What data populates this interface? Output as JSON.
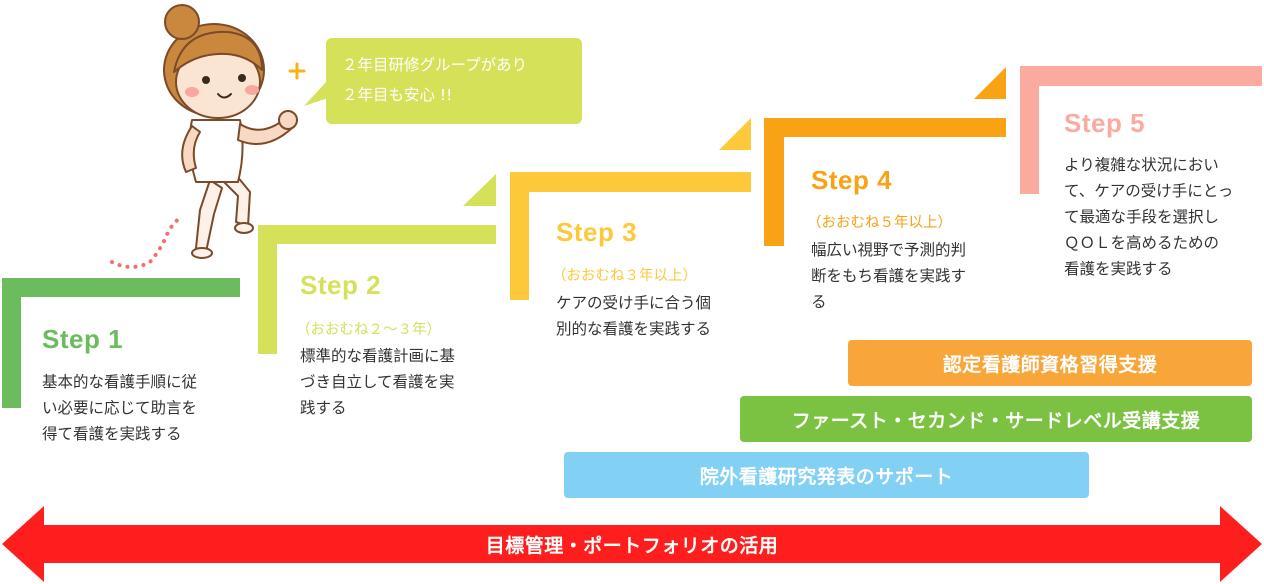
{
  "bubble": {
    "line1": "２年目研修グループがあり",
    "line2": "２年目も安心 !!"
  },
  "steps": [
    {
      "title": "Step 1",
      "sub": "",
      "lines": [
        "基本的な看護手順に従",
        "い必要に応じて助言を",
        "得て看護を実践する"
      ],
      "color": "#6cbb5e"
    },
    {
      "title": "Step 2",
      "sub": "（おおむね２〜３年）",
      "lines": [
        "標準的な看護計画に基",
        "づき自立して看護を実",
        "践する"
      ],
      "color": "#d6e15a"
    },
    {
      "title": "Step 3",
      "sub": "（おおむね３年以上）",
      "lines": [
        "ケアの受け手に合う個",
        "別的な看護を実践する"
      ],
      "color": "#fdc93b"
    },
    {
      "title": "Step 4",
      "sub": "（おおむね５年以上）",
      "lines": [
        "幅広い視野で予測的判",
        "断をもち看護を実践す",
        "る"
      ],
      "color": "#f8a214"
    },
    {
      "title": "Step 5",
      "sub": "",
      "lines": [
        "より複雑な状況におい",
        "て、ケアの受け手にとっ",
        "て最適な手段を選択し",
        "ＱＯＬを高めるための",
        "看護を実践する"
      ],
      "color": "#fbaaa0"
    }
  ],
  "supports": [
    {
      "label": "認定看護師資格習得支援",
      "color": "#f8a53a"
    },
    {
      "label": "ファースト・セカンド・サードレベル受講支援",
      "color": "#7cc242"
    },
    {
      "label": "院外看護研究発表のサポート",
      "color": "#83d0f5"
    }
  ],
  "arrow": {
    "label": "目標管理・ポートフォリオの活用",
    "color": "#ff1e1e"
  },
  "character": {
    "icon": "nurse-illustration"
  }
}
